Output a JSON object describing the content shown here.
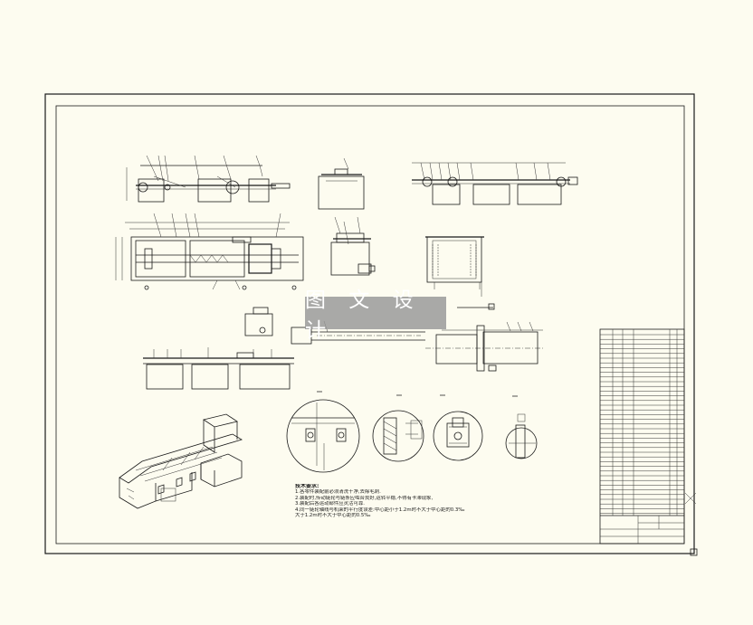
{
  "drawing": {
    "watermark": "图 文 设 计",
    "notes": {
      "title": "技术要求:",
      "lines": [
        "1.各零件装配前必须清洗干净,去除毛刺.",
        "2.装配时,传动链轮与链条应啮合良好,运转平稳,不得有卡滞现象,",
        "3.装配后各运动部件应灵活可靠.",
        "4.同一链轮轴线与机架的平行度误差:中心距小于1.2m时不大于中心距的0.3‰",
        "  大于1.2m时不大于中心距的0.5‰"
      ]
    },
    "colors": {
      "background": "#fdfcf0",
      "line": "#1a1a1a",
      "watermark_bg": "#969696"
    }
  }
}
